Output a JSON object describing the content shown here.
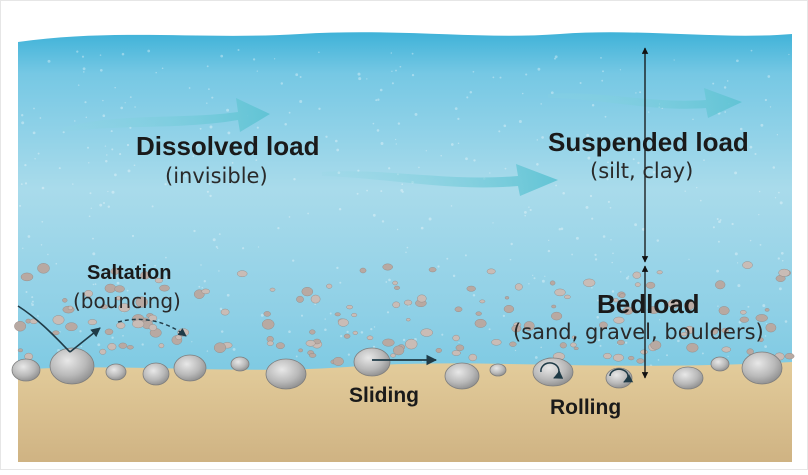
{
  "diagram": {
    "labels": {
      "dissolved_title": "Dissolved load",
      "dissolved_sub": "(invisible)",
      "suspended_title": "Suspended load",
      "suspended_sub": "(silt, clay)",
      "saltation_title": "Saltation",
      "saltation_sub": "(bouncing)",
      "bedload_title": "Bedload",
      "bedload_sub": "(sand, gravel, boulders)",
      "sliding": "Sliding",
      "rolling": "Rolling"
    },
    "colors": {
      "water_top": "#3fb2d8",
      "water_mid": "#8fd0e6",
      "water_bottom": "#c9e6f0",
      "sediment_bed": "#d7be8c",
      "flow_arrow": "#6cc7d6",
      "pebble": "#b3b3b3",
      "label_text": "#1a1a1a"
    }
  }
}
